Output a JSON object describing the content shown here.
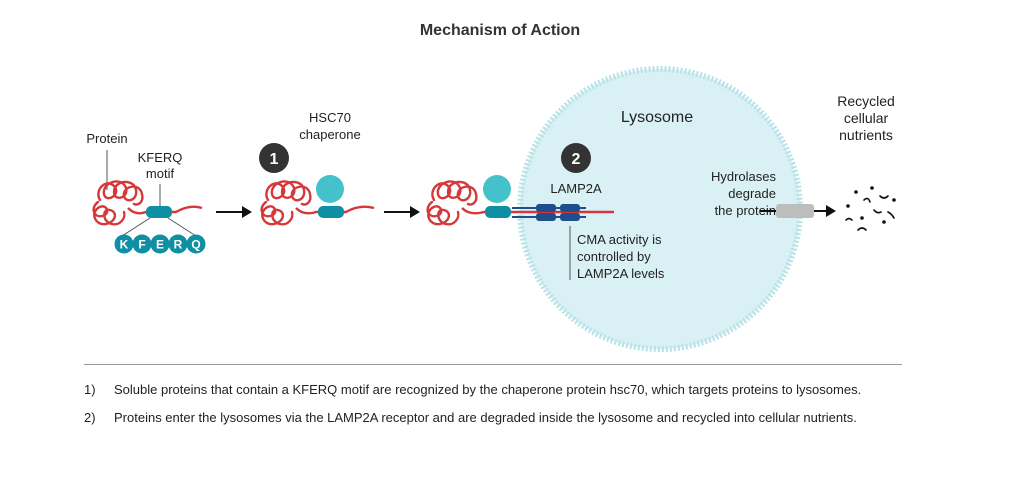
{
  "title": "Mechanism of Action",
  "labels": {
    "protein": "Protein",
    "kferq_motif_line1": "KFERQ",
    "kferq_motif_line2": "motif",
    "hsc70_line1": "HSC70",
    "hsc70_line2": "chaperone",
    "lysosome": "Lysosome",
    "lamp2a": "LAMP2A",
    "hydrolases_line1": "Hydrolases",
    "hydrolases_line2": "degrade",
    "hydrolases_line3": "the protein",
    "recycled_line1": "Recycled",
    "recycled_line2": "cellular",
    "recycled_line3": "nutrients",
    "cma_line1": "CMA activity is",
    "cma_line2": "controlled by",
    "cma_line3": "LAMP2A levels"
  },
  "motif_letters": [
    "K",
    "F",
    "E",
    "R",
    "Q"
  ],
  "step_badges": [
    "1",
    "2"
  ],
  "notes": [
    {
      "num": "1)",
      "text": "Soluble proteins that contain a KFERQ motif are recognized by the chaperone protein hsc70, which targets proteins to lysosomes."
    },
    {
      "num": "2)",
      "text": "Proteins enter the lysosomes via the LAMP2A receptor and are degraded inside the lysosome and recycled into cellular nutrients."
    }
  ],
  "colors": {
    "protein": "#d6383a",
    "motif": "#0f8fa3",
    "chaperone": "#45c1cb",
    "lamp2a": "#1e4f8c",
    "lysosome_fill": "#d9f1f4",
    "lysosome_edge": "#b7e3e8",
    "hydrolase": "#bdbdbd",
    "badge": "#333333"
  }
}
